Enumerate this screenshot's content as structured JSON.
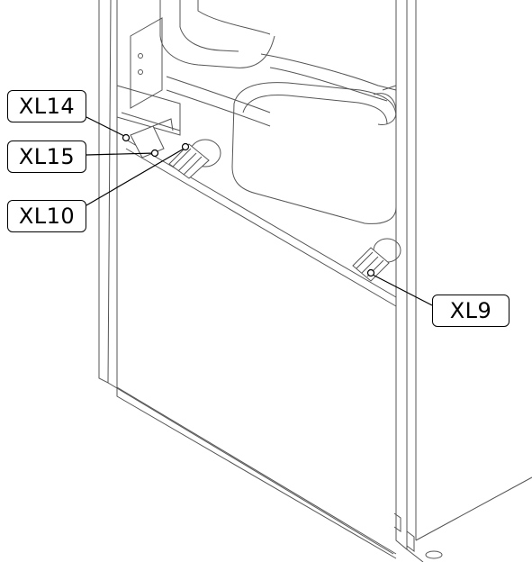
{
  "labels": {
    "xl14": "XL14",
    "xl15": "XL15",
    "xl10": "XL10",
    "xl9": "XL9"
  },
  "colors": {
    "line": "#555555",
    "dark": "#000000",
    "label_border": "#000000"
  }
}
